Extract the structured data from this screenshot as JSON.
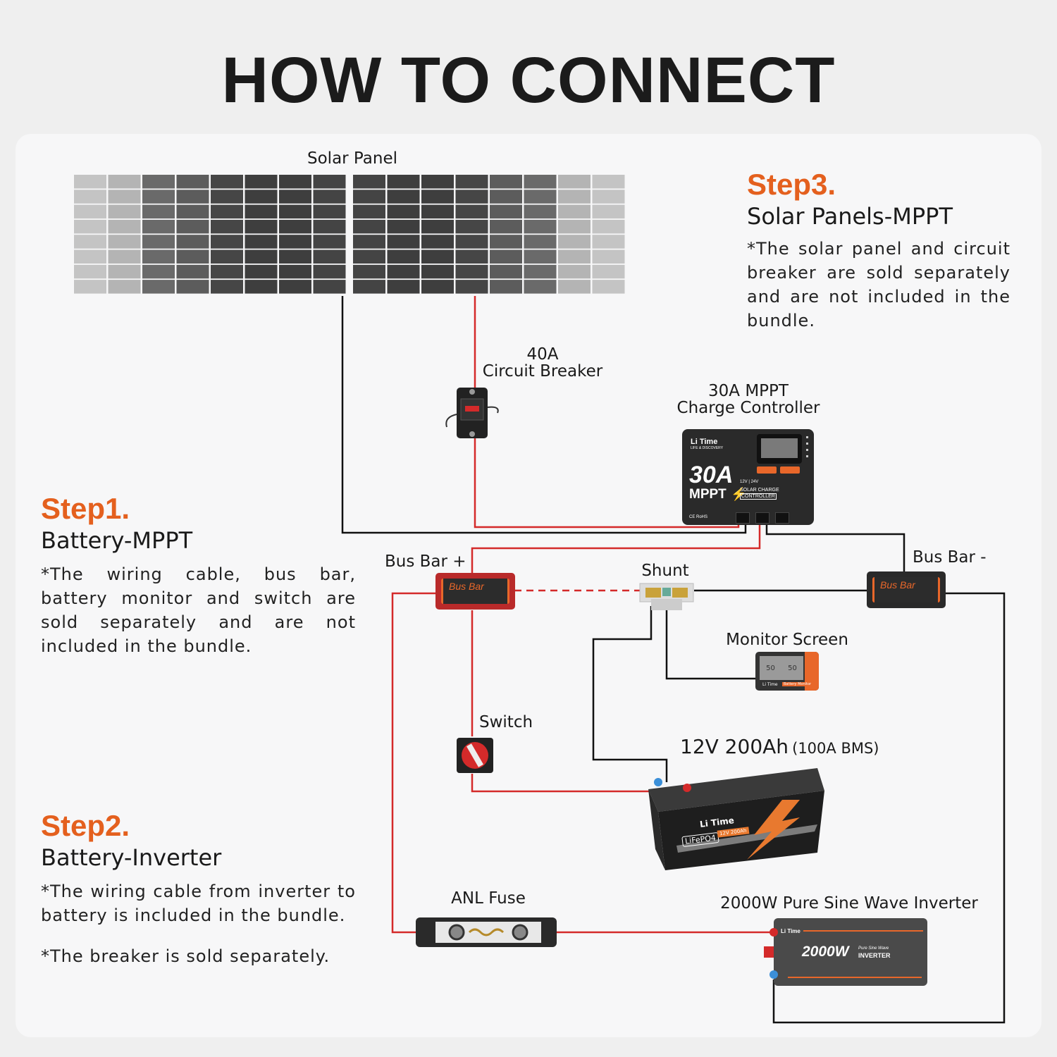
{
  "title": "HOW TO CONNECT",
  "colors": {
    "accent": "#e4601e",
    "positive_wire": "#d42a2a",
    "negative_wire": "#111111"
  },
  "steps": [
    {
      "label": "Step1.",
      "subtitle": "Battery-MPPT",
      "notes": [
        "*The wiring cable, bus bar, battery monitor and switch are sold separately and are not included in the bundle."
      ]
    },
    {
      "label": "Step2.",
      "subtitle": "Battery-Inverter",
      "notes": [
        "*The wiring cable from inverter to battery is included in the bundle.",
        "*The breaker is sold separately."
      ]
    },
    {
      "label": "Step3.",
      "subtitle": "Solar Panels-MPPT",
      "notes": [
        "*The solar panel and circuit breaker are sold separately and are not included in the bundle."
      ]
    }
  ],
  "components": {
    "solar_panel": "Solar Panel",
    "breaker": {
      "line1": "40A",
      "line2": "Circuit Breaker"
    },
    "controller": {
      "line1": "30A MPPT",
      "line2": "Charge Controller",
      "brand": "Li Time",
      "tagline": "LIFE & DISCOVERY",
      "big": "30A",
      "type": "MPPT",
      "voltage": "12V | 24V",
      "desc1": "SOLAR CHARGE",
      "desc2": "CONTROLLER",
      "cert": "CE RoHS"
    },
    "bus_bar_pos": {
      "label": "Bus Bar +",
      "device_text": "Bus Bar"
    },
    "bus_bar_neg": {
      "label": "Bus Bar -",
      "device_text": "Bus Bar"
    },
    "shunt": "Shunt",
    "monitor": {
      "label": "Monitor Screen",
      "reading1": "50",
      "reading2": "50",
      "brand": "Li Time",
      "tag": "Battery Monitor"
    },
    "switch": "Switch",
    "battery": {
      "label": "12V 200Ah",
      "note": "(100A BMS)",
      "brand": "Li Time",
      "chem": "LiFePO4",
      "badge": "12V 200Ah"
    },
    "fuse": "ANL Fuse",
    "inverter": {
      "label": "2000W Pure Sine Wave Inverter",
      "brand": "Li Time",
      "big": "2000W",
      "desc1": "Pure Sine Wave",
      "desc2": "INVERTER"
    }
  }
}
